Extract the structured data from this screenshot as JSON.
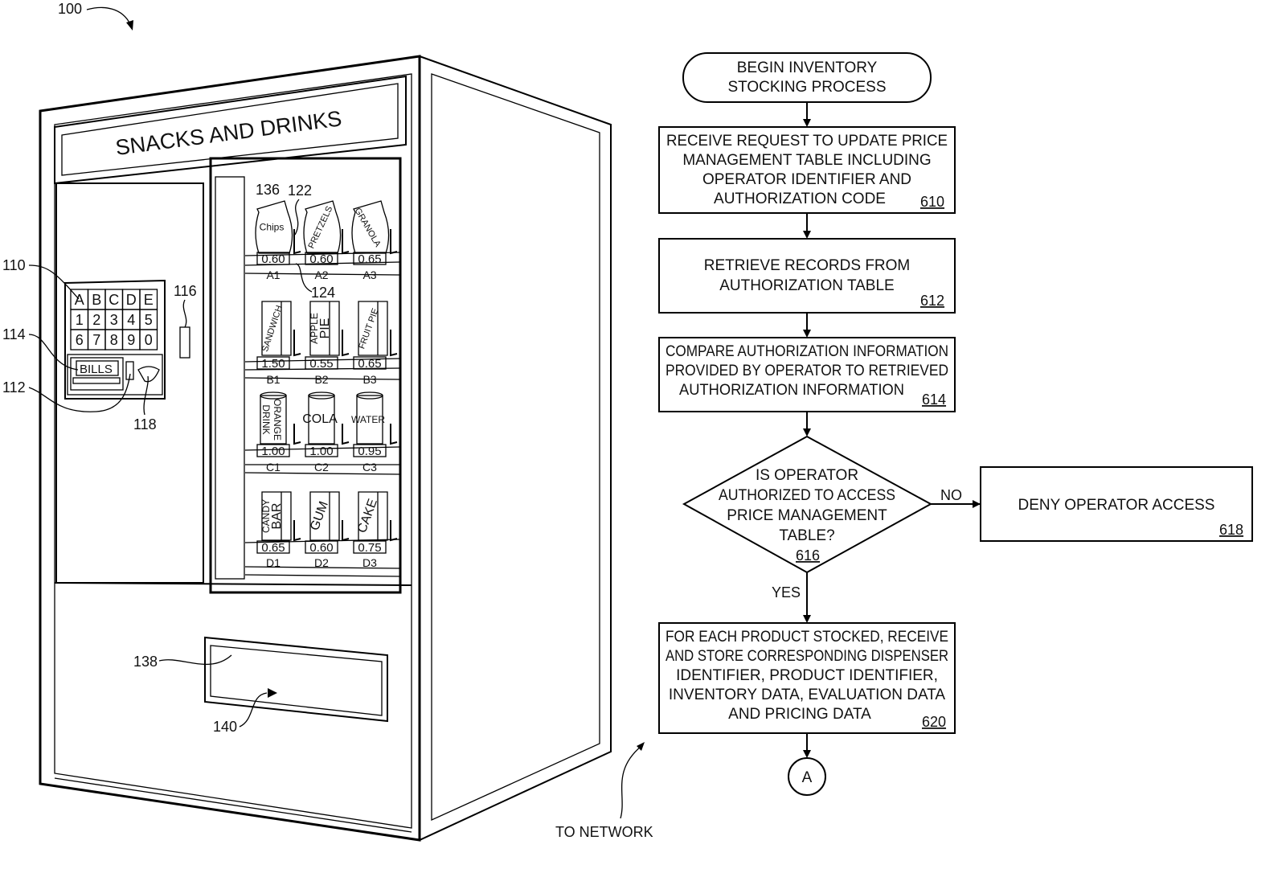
{
  "figure_ref": "100",
  "machine": {
    "sign": "SNACKS AND DRINKS",
    "keypad_keys": [
      "A",
      "B",
      "C",
      "D",
      "E",
      "1",
      "2",
      "3",
      "4",
      "5",
      "6",
      "7",
      "8",
      "9",
      "0"
    ],
    "bills_label": "BILLS",
    "refs": {
      "r110": "110",
      "r114": "114",
      "r112": "112",
      "r116": "116",
      "r118": "118",
      "r136": "136",
      "r122": "122",
      "r124": "124",
      "r138": "138",
      "r140": "140"
    },
    "network_label": "TO NETWORK",
    "products": [
      {
        "slot": "A1",
        "price": "0.60",
        "lines": [
          "Chips"
        ],
        "shape": "bag"
      },
      {
        "slot": "A2",
        "price": "0.60",
        "lines": [
          "PRETZELS"
        ],
        "shape": "bag"
      },
      {
        "slot": "A3",
        "price": "0.65",
        "lines": [
          "GRANOLA"
        ],
        "shape": "bag"
      },
      {
        "slot": "B1",
        "price": "1.50",
        "lines": [
          "SANDWICH"
        ],
        "shape": "box"
      },
      {
        "slot": "B2",
        "price": "0.55",
        "lines": [
          "APPLE",
          "PIE"
        ],
        "shape": "box"
      },
      {
        "slot": "B3",
        "price": "0.65",
        "lines": [
          "FRUIT PIE"
        ],
        "shape": "box"
      },
      {
        "slot": "C1",
        "price": "1.00",
        "lines": [
          "ORANGE",
          "DRINK"
        ],
        "shape": "can"
      },
      {
        "slot": "C2",
        "price": "1.00",
        "lines": [
          "COLA"
        ],
        "shape": "can"
      },
      {
        "slot": "C3",
        "price": "0.95",
        "lines": [
          "WATER"
        ],
        "shape": "can"
      },
      {
        "slot": "D1",
        "price": "0.65",
        "lines": [
          "CANDY",
          "BAR"
        ],
        "shape": "box"
      },
      {
        "slot": "D2",
        "price": "0.60",
        "lines": [
          "GUM"
        ],
        "shape": "box"
      },
      {
        "slot": "D3",
        "price": "0.75",
        "lines": [
          "CAKE"
        ],
        "shape": "box"
      }
    ]
  },
  "flowchart": {
    "start": {
      "lines": [
        "BEGIN INVENTORY",
        "STOCKING PROCESS"
      ]
    },
    "s610": {
      "lines": [
        "RECEIVE REQUEST TO UPDATE PRICE",
        "MANAGEMENT TABLE INCLUDING",
        "OPERATOR IDENTIFIER AND",
        "AUTHORIZATION CODE"
      ],
      "ref": "610"
    },
    "s612": {
      "lines": [
        "RETRIEVE RECORDS FROM",
        "AUTHORIZATION TABLE"
      ],
      "ref": "612"
    },
    "s614": {
      "lines": [
        "COMPARE AUTHORIZATION INFORMATION",
        "PROVIDED BY OPERATOR TO RETRIEVED",
        "AUTHORIZATION INFORMATION"
      ],
      "ref": "614"
    },
    "d616": {
      "lines": [
        "IS OPERATOR",
        "AUTHORIZED TO ACCESS",
        "PRICE MANAGEMENT",
        "TABLE?"
      ],
      "ref": "616"
    },
    "s618": {
      "lines": [
        "DENY OPERATOR ACCESS"
      ],
      "ref": "618"
    },
    "s620": {
      "lines": [
        "FOR EACH PRODUCT STOCKED, RECEIVE",
        "AND STORE CORRESPONDING DISPENSER",
        "IDENTIFIER, PRODUCT IDENTIFIER,",
        "INVENTORY DATA, EVALUATION DATA",
        "AND PRICING DATA"
      ],
      "ref": "620"
    },
    "no_label": "NO",
    "yes_label": "YES",
    "connector": "A"
  }
}
